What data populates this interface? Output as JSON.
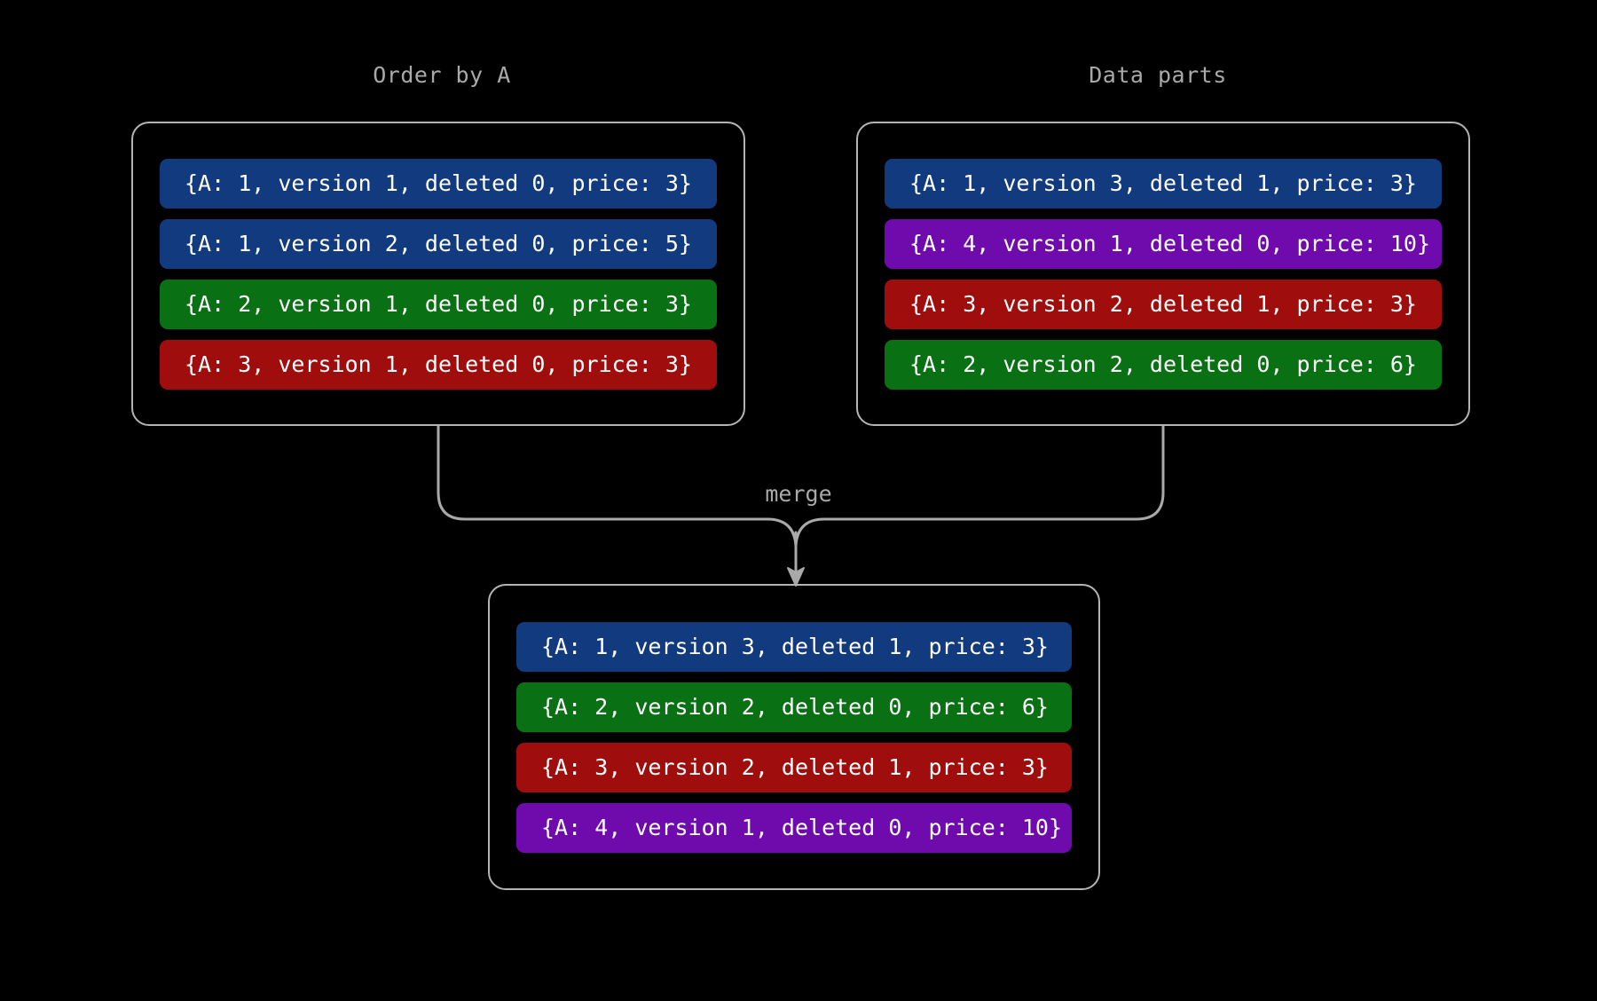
{
  "canvas": {
    "background": "#000000",
    "border_color": "#b4b4b4",
    "label_color": "#a9a9a9",
    "text_color": "#ffffff"
  },
  "palette": {
    "blue": "#123a7e",
    "green": "#0a7014",
    "red": "#a00d0d",
    "purple": "#6f0bad"
  },
  "groups": {
    "left": {
      "title": "Order by A",
      "records": [
        {
          "text": "{A: 1, version 1, deleted 0, price: 3}",
          "color": "#123a7e",
          "key": 1,
          "version": 1,
          "deleted": 0,
          "price": 3
        },
        {
          "text": "{A: 1, version 2, deleted 0, price: 5}",
          "color": "#123a7e",
          "key": 1,
          "version": 2,
          "deleted": 0,
          "price": 5
        },
        {
          "text": "{A: 2, version 1, deleted 0, price: 3}",
          "color": "#0a7014",
          "key": 2,
          "version": 1,
          "deleted": 0,
          "price": 3
        },
        {
          "text": "{A: 3, version 1, deleted 0, price: 3}",
          "color": "#a00d0d",
          "key": 3,
          "version": 1,
          "deleted": 0,
          "price": 3
        }
      ]
    },
    "right": {
      "title": "Data parts",
      "records": [
        {
          "text": "{A: 1, version 3, deleted 1, price: 3}",
          "color": "#123a7e",
          "key": 1,
          "version": 3,
          "deleted": 1,
          "price": 3
        },
        {
          "text": "{A: 4, version 1, deleted 0, price: 10}",
          "color": "#6f0bad",
          "key": 4,
          "version": 1,
          "deleted": 0,
          "price": 10
        },
        {
          "text": "{A: 3, version 2, deleted 1, price: 3}",
          "color": "#a00d0d",
          "key": 3,
          "version": 2,
          "deleted": 1,
          "price": 3
        },
        {
          "text": "{A: 2, version 2, deleted 0, price: 6}",
          "color": "#0a7014",
          "key": 2,
          "version": 2,
          "deleted": 0,
          "price": 6
        }
      ]
    },
    "merged": {
      "title": "",
      "records": [
        {
          "text": "{A: 1, version 3, deleted 1, price: 3}",
          "color": "#123a7e",
          "key": 1,
          "version": 3,
          "deleted": 1,
          "price": 3
        },
        {
          "text": "{A: 2, version 2, deleted 0, price: 6}",
          "color": "#0a7014",
          "key": 2,
          "version": 2,
          "deleted": 0,
          "price": 6
        },
        {
          "text": "{A: 3, version 2, deleted 1, price: 3}",
          "color": "#a00d0d",
          "key": 3,
          "version": 2,
          "deleted": 1,
          "price": 3
        },
        {
          "text": "{A: 4, version 1, deleted 0, price: 10}",
          "color": "#6f0bad",
          "key": 4,
          "version": 1,
          "deleted": 0,
          "price": 10
        }
      ]
    }
  },
  "edges": {
    "merge_label": "merge",
    "arrowhead": "down-arrow"
  }
}
